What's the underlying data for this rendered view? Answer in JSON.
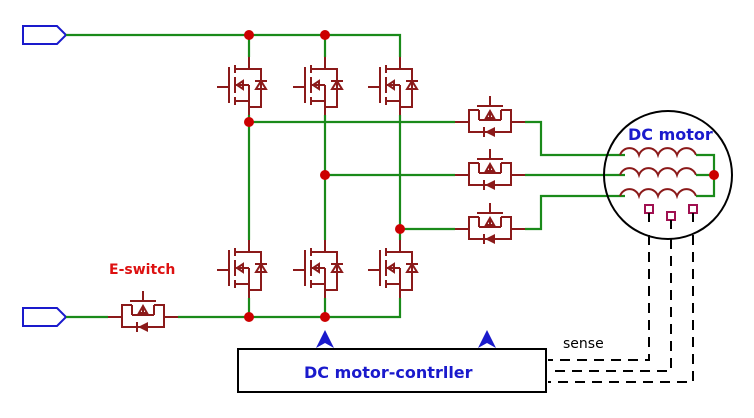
{
  "diagram": {
    "title": "DC motor controller H-bridge schematic",
    "labels": {
      "e_switch": "E-switch",
      "motor": "DC motor",
      "controller": "DC motor-contrller",
      "sense": "sense"
    },
    "components": {
      "ports": [
        "input-port-top",
        "input-port-bottom"
      ],
      "high_side_mosfets": 3,
      "low_side_mosfets": 3,
      "phase_switches": 3,
      "motor_windings": 3,
      "hall_sensors": 3,
      "controller_outputs": 2
    },
    "colors": {
      "wire": "#1a8a1a",
      "device": "#8b1a1a",
      "node": "#cc0000",
      "port": "#1a1acc",
      "label_red": "#dd1111",
      "label_blue": "#1a1acc"
    }
  }
}
